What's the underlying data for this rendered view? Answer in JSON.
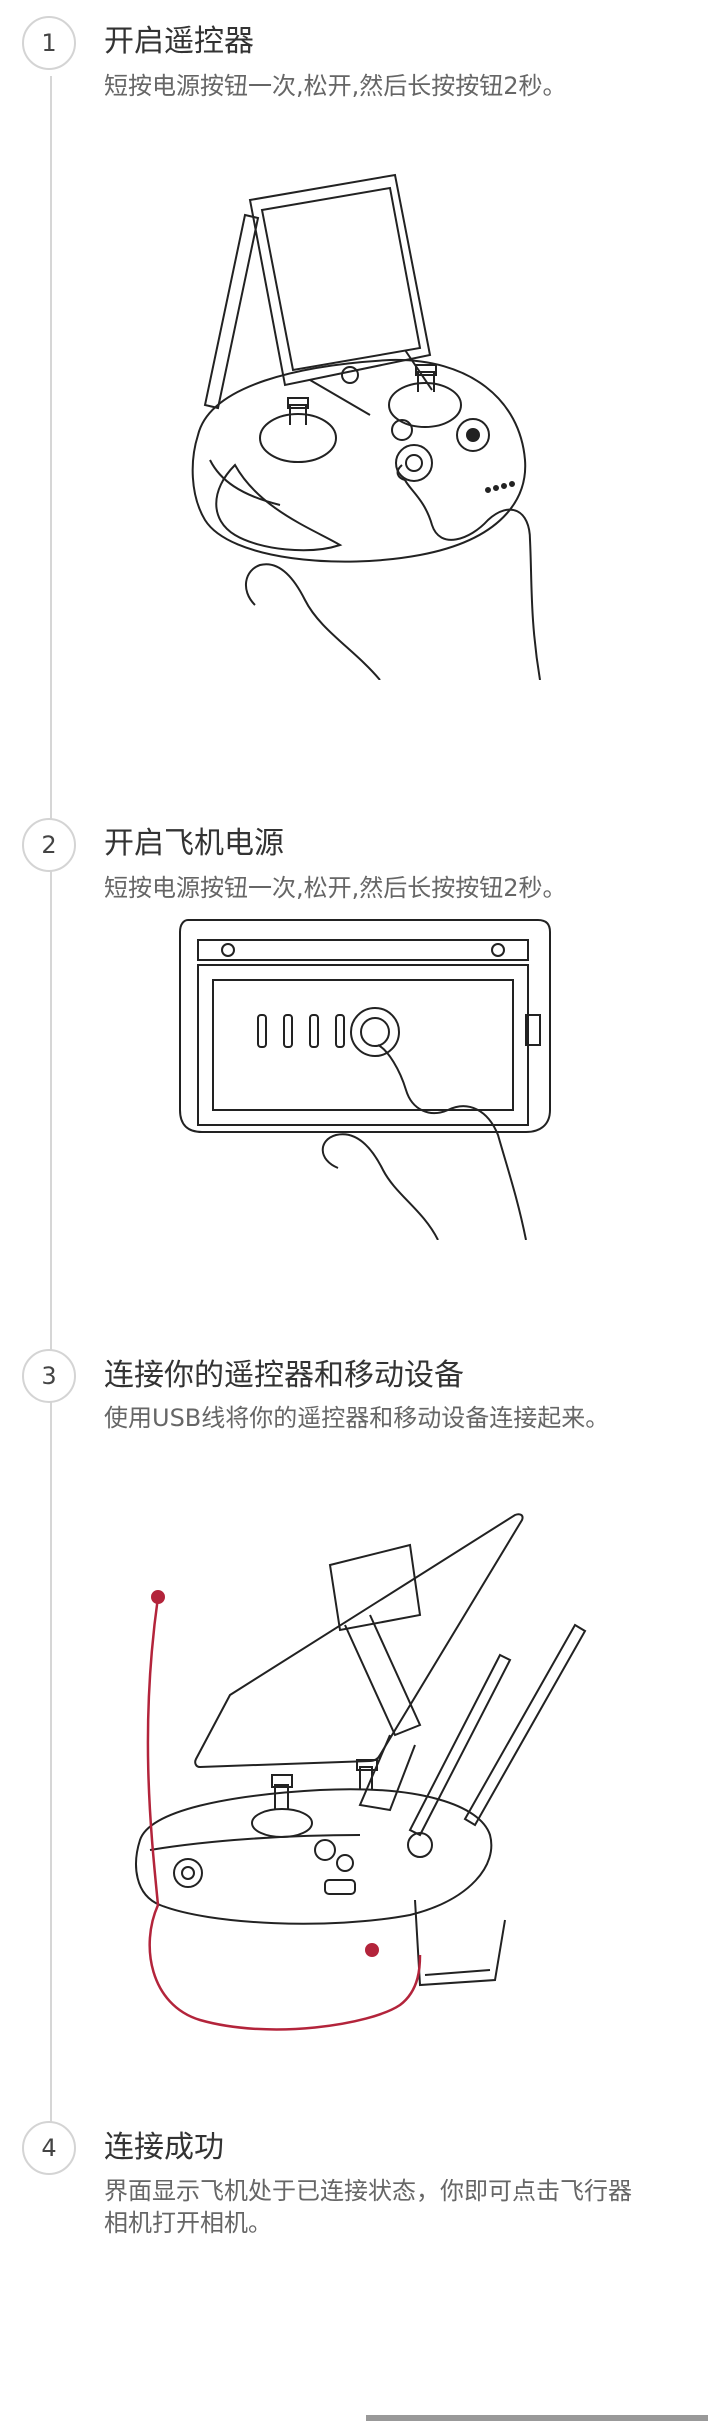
{
  "steps": [
    {
      "number": "1",
      "title": "开启遥控器",
      "desc": "短按电源按钮一次,松开,然后长按按钮2秒。"
    },
    {
      "number": "2",
      "title": "开启飞机电源",
      "desc": "短按电源按钮一次,松开,然后长按按钮2秒。"
    },
    {
      "number": "3",
      "title": "连接你的遥控器和移动设备",
      "desc": "使用USB线将你的遥控器和移动设备连接起来。"
    },
    {
      "number": "4",
      "title": "连接成功",
      "desc": "界面显示飞机处于已连接状态，你即可点击飞行器相机打开相机。"
    }
  ],
  "colors": {
    "accent": "#b3243b",
    "line": "#d6d6d6",
    "text": "#333333",
    "desc": "#666666"
  },
  "icons": [
    "remote-controller-illustration",
    "aircraft-battery-illustration",
    "remote-with-tablet-illustration"
  ]
}
